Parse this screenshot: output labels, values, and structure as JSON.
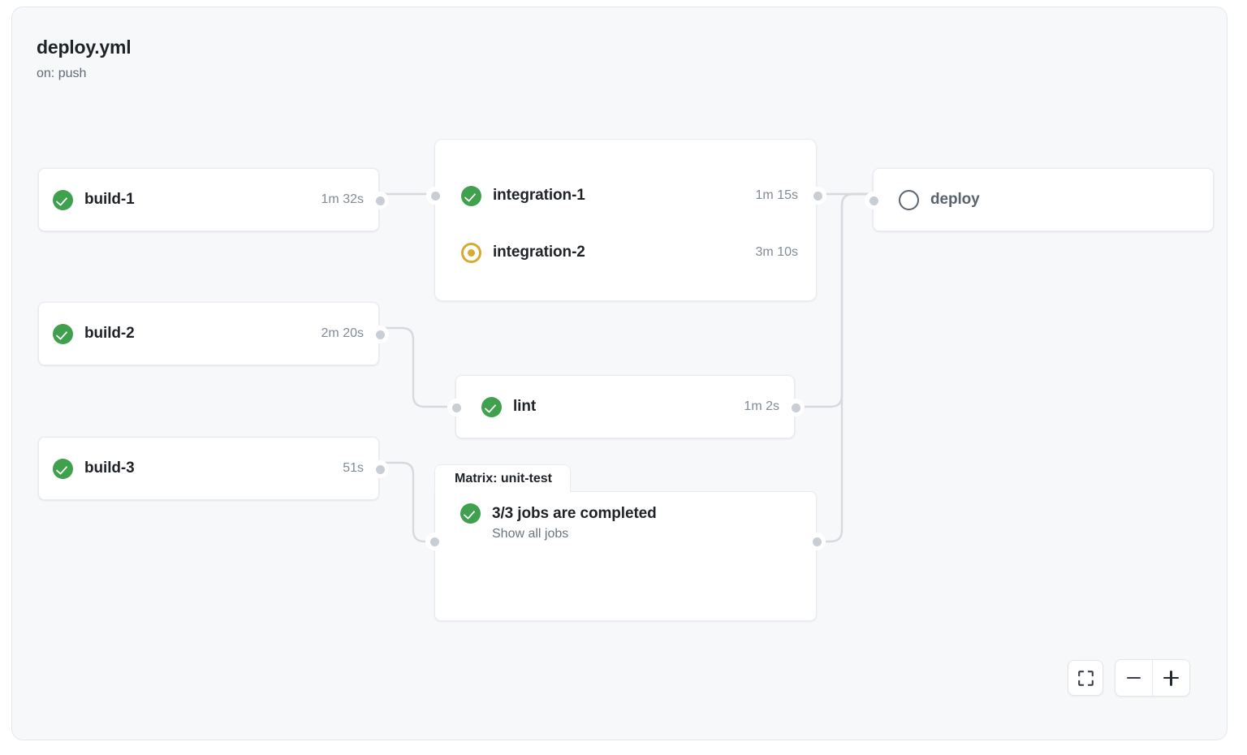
{
  "workflow": {
    "title": "deploy.yml",
    "trigger": "on: push"
  },
  "nodes": {
    "build_1": {
      "label": "build-1",
      "duration": "1m 32s",
      "status": "success"
    },
    "build_2": {
      "label": "build-2",
      "duration": "2m 20s",
      "status": "success"
    },
    "build_3": {
      "label": "build-3",
      "duration": "51s",
      "status": "success"
    },
    "integration_1": {
      "label": "integration-1",
      "duration": "1m 15s",
      "status": "success"
    },
    "integration_2": {
      "label": "integration-2",
      "duration": "3m 10s",
      "status": "in_progress"
    },
    "lint": {
      "label": "lint",
      "duration": "1m 2s",
      "status": "success"
    },
    "deploy": {
      "label": "deploy",
      "duration": "",
      "status": "pending"
    }
  },
  "matrix": {
    "tab_label": "Matrix: unit-test",
    "summary": "3/3 jobs are completed",
    "show_all_label": "Show all jobs",
    "status": "success"
  },
  "controls": {
    "fit_label": "fit-to-screen",
    "zoom_out_label": "zoom-out",
    "zoom_in_label": "zoom-in"
  },
  "colors": {
    "success": "#3fa14d",
    "in_progress": "#d8ab2e",
    "pending": "#5d6670",
    "edge": "#d6dade",
    "canvas": "#f6f8fa",
    "card": "#ffffff"
  }
}
